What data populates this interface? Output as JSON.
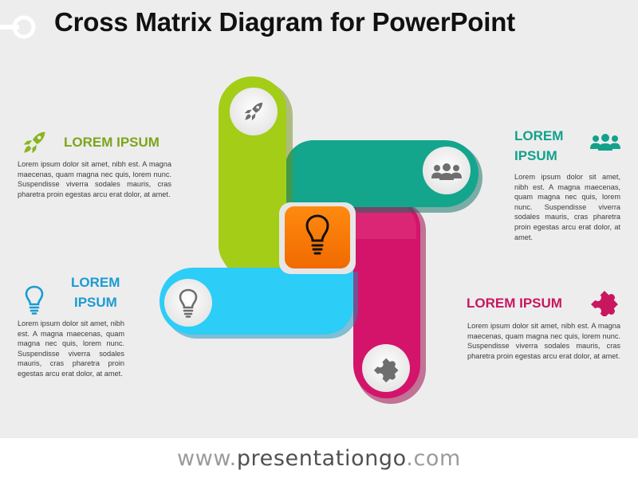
{
  "title": "Cross Matrix Diagram for PowerPoint",
  "colors": {
    "green": "#a3cd17",
    "teal": "#14a58d",
    "magenta": "#d4146a",
    "cyan": "#2ccdf7",
    "orange": "#ff7a00",
    "heading_green": "#7da41c",
    "heading_teal": "#13a18a",
    "heading_magenta": "#c8175f",
    "heading_blue": "#1b9bd1"
  },
  "quadrants": {
    "top_left": {
      "heading": "LOREM IPSUM",
      "icon": "rocket-icon",
      "body": "Lorem ipsum dolor sit amet, nibh est. A magna maecenas, quam magna nec quis, lorem nunc. Suspendisse viverra sodales mauris, cras pharetra proin egestas arcu erat dolor, at amet."
    },
    "top_right": {
      "heading_line1": "LOREM",
      "heading_line2": "IPSUM",
      "icon": "people-icon",
      "body": "Lorem ipsum dolor sit amet, nibh est. A magna maecenas, quam magna nec quis, lorem nunc. Suspendisse viverra sodales mauris, cras pharetra proin egestas arcu erat dolor, at amet."
    },
    "bottom_left": {
      "heading_line1": "LOREM",
      "heading_line2": "IPSUM",
      "icon": "lightbulb-icon",
      "body": "Lorem ipsum dolor sit amet, nibh est. A magna maecenas, quam magna nec quis, lorem nunc. Suspendisse viverra sodales mauris, cras pharetra proin egestas arcu erat dolor, at amet."
    },
    "bottom_right": {
      "heading": "LOREM IPSUM",
      "icon": "puzzle-icon",
      "body": "Lorem ipsum dolor sit amet, nibh est. A magna maecenas, quam magna nec quis, lorem nunc. Suspendisse viverra sodales mauris, cras pharetra proin egestas arcu erat dolor, at amet."
    }
  },
  "diagram": {
    "center_icon": "lightbulb-icon",
    "arms": [
      {
        "color": "green",
        "icon": "rocket-icon"
      },
      {
        "color": "teal",
        "icon": "people-icon"
      },
      {
        "color": "magenta",
        "icon": "puzzle-icon"
      },
      {
        "color": "cyan",
        "icon": "lightbulb-icon"
      }
    ]
  },
  "footer": {
    "prefix": "www.",
    "domain": "presentationgo",
    "suffix": ".com"
  }
}
